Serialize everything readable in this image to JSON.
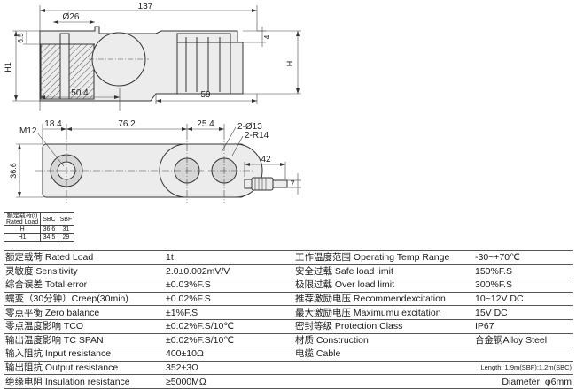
{
  "drawing": {
    "top_view": {
      "dim_total_length": "137",
      "dim_bore": "Ø26",
      "dim_left_width": "50.4",
      "dim_right_width": "59",
      "dim_step": "6.5",
      "dim_right_step": "4",
      "label_h1": "H1",
      "label_h": "H"
    },
    "bottom_view": {
      "thread": "M12",
      "dim_a": "18.4",
      "dim_b": "76.2",
      "dim_c": "25.4",
      "holes": "2-Ø13",
      "radius": "2-R14",
      "height": "36.6",
      "cable_len": "42",
      "cable_dia": "7"
    }
  },
  "h_table": {
    "header_label": "额定载荷(t)\nRated Load",
    "header_label_line1": "额定载荷(t)",
    "header_label_line2": "Rated Load",
    "col1": "SBC",
    "col2": "SBF",
    "rows": [
      {
        "label": "H",
        "sbc": "36.6",
        "sbf": "31"
      },
      {
        "label": "H1",
        "sbc": "34.5",
        "sbf": "29"
      }
    ]
  },
  "specs": [
    {
      "k1": "额定载荷 Rated Load",
      "v1": "1t",
      "k2": "工作温度范围 Operating Temp Range",
      "v2": "-30~+70℃"
    },
    {
      "k1": "灵敏度 Sensitivity",
      "v1": "2.0±0.002mV/V",
      "k2": "安全过载 Safe load limit",
      "v2": "150%F.S"
    },
    {
      "k1": "综合误差 Total error",
      "v1": "±0.03%F.S",
      "k2": "极限过载 Over load limit",
      "v2": "300%F.S"
    },
    {
      "k1": "蠕变（30分钟）Creep(30min)",
      "v1": "±0.02%F.S",
      "k2": "推荐激励电压 Recommendexcitation",
      "v2": "10~12V DC"
    },
    {
      "k1": "零点平衡 Zero balance",
      "v1": "±1%F.S",
      "k2": "最大激励电压 Maximumu excitation",
      "v2": "15V DC"
    },
    {
      "k1": "零点温度影响 TCO",
      "v1": "±0.02%F.S/10℃",
      "k2": "密封等级 Protection Class",
      "v2": "IP67"
    },
    {
      "k1": "输出温度影响 TC SPAN",
      "v1": "±0.02%F.S/10℃",
      "k2": "材质 Construction",
      "v2": "合金钢Alloy Steel"
    },
    {
      "k1": "输入阻抗 Input resistance",
      "v1": "400±10Ω",
      "k2": "电缆 Cable",
      "v2": ""
    },
    {
      "k1": "输出阻抗 Output resistance",
      "v1": "352±3Ω",
      "k2": "",
      "v2": "Length: 1.9m(SBF);1.2m(SBC)"
    },
    {
      "k1": "绝缘电阻 Insulation resistance",
      "v1": "≥5000MΩ",
      "k2": "",
      "v2": "Diameter: φ6mm"
    }
  ]
}
